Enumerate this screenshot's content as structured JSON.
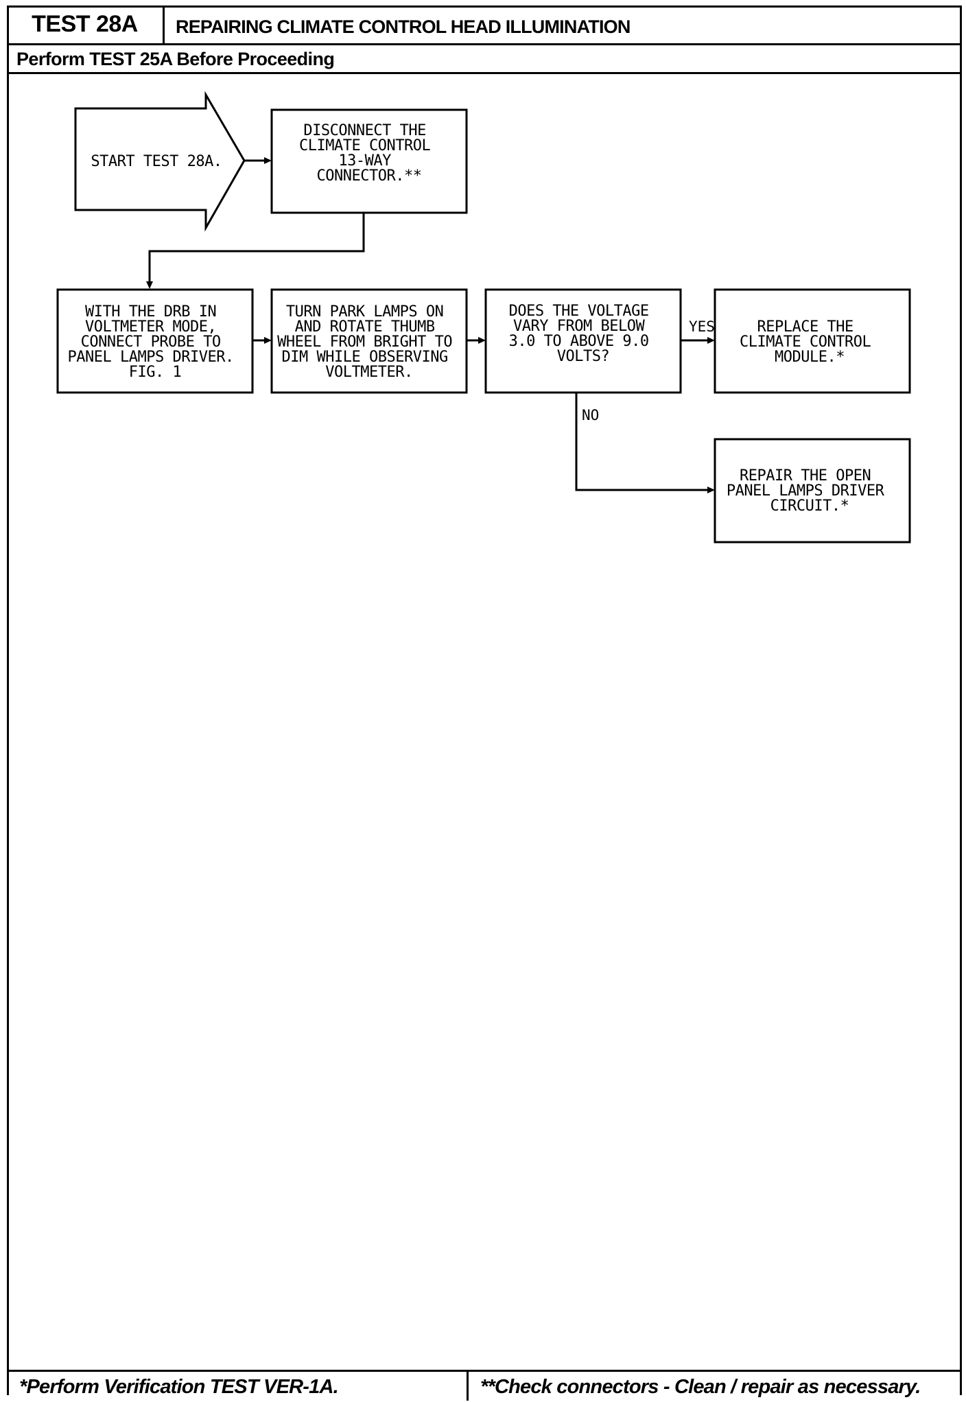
{
  "header": {
    "test_id": "TEST 28A",
    "title": "REPAIRING CLIMATE CONTROL HEAD ILLUMINATION",
    "prerequisite": "Perform TEST 25A Before Proceeding"
  },
  "flowchart": {
    "start": [
      "START TEST 28A."
    ],
    "steps": {
      "disconnect": [
        "DISCONNECT THE",
        "CLIMATE CONTROL",
        "13-WAY",
        "CONNECTOR.**"
      ],
      "drb_voltmeter": [
        "WITH THE DRB IN",
        "VOLTMETER MODE,",
        "CONNECT PROBE TO",
        "PANEL LAMPS DRIVER.",
        "FIG. 1"
      ],
      "park_lamps": [
        "TURN PARK LAMPS ON",
        "AND ROTATE THUMB",
        "WHEEL FROM BRIGHT TO",
        "DIM WHILE OBSERVING",
        "VOLTMETER."
      ],
      "question": [
        "DOES THE VOLTAGE",
        "VARY FROM BELOW",
        "3.0 TO ABOVE 9.0",
        "VOLTS?"
      ],
      "replace_module": [
        "REPLACE THE",
        "CLIMATE CONTROL",
        "MODULE.*"
      ],
      "repair_circuit": [
        "REPAIR THE OPEN",
        "PANEL LAMPS DRIVER",
        "CIRCUIT.*"
      ]
    },
    "branch_labels": {
      "yes": "YES",
      "no": "NO"
    }
  },
  "footer": {
    "note_left": "*Perform Verification TEST VER-1A.",
    "note_right": "**Check connectors - Clean / repair as necessary."
  }
}
